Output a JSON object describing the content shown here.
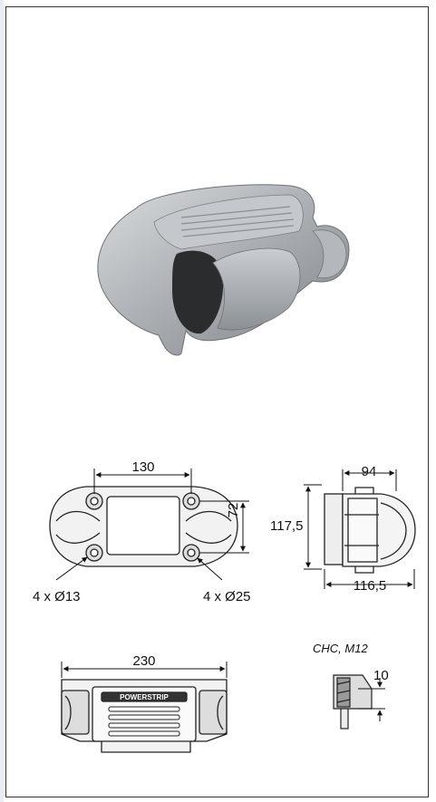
{
  "product_photo": {
    "description_icon": "connector-clamp-photo"
  },
  "top_view": {
    "width_dim": "130",
    "height_dim": "72",
    "hole_small": "4 x Ø13",
    "hole_large": "4 x Ø25"
  },
  "side_view": {
    "width_dim": "94",
    "height_dim": "117,5",
    "depth_dim": "116,5"
  },
  "front_view": {
    "width_dim": "230",
    "brand_text": "POWERSTRIP"
  },
  "bolt_detail": {
    "label": "CHC, M12",
    "depth_dim": "10"
  }
}
